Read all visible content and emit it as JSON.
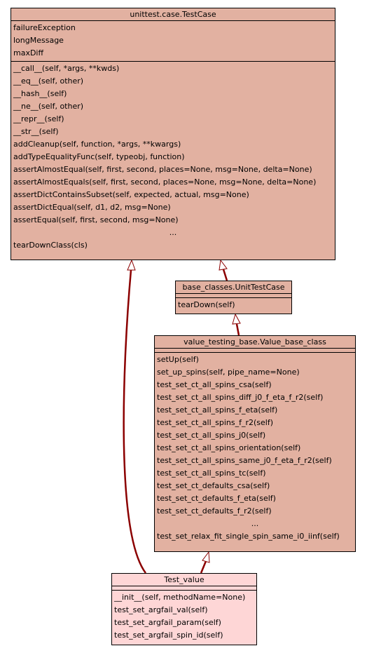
{
  "colors": {
    "class_fill": "#e2b1a1",
    "selected_fill": "#fed6d6",
    "edge": "#8b0000"
  },
  "classes": {
    "testcase": {
      "name": "unittest.case.TestCase",
      "attributes": [
        "failureException",
        "longMessage",
        "maxDiff"
      ],
      "methods": [
        "__call__(self, *args, **kwds)",
        "__eq__(self, other)",
        "__hash__(self)",
        "__ne__(self, other)",
        "__repr__(self)",
        "__str__(self)",
        "addCleanup(self, function, *args, **kwargs)",
        "addTypeEqualityFunc(self, typeobj, function)",
        "assertAlmostEqual(self, first, second, places=None, msg=None, delta=None)",
        "assertAlmostEquals(self, first, second, places=None, msg=None, delta=None)",
        "assertDictContainsSubset(self, expected, actual, msg=None)",
        "assertDictEqual(self, d1, d2, msg=None)",
        "assertEqual(self, first, second, msg=None)"
      ],
      "ellipsis": "...",
      "methods_tail": [
        "tearDownClass(cls)"
      ]
    },
    "unittestcase": {
      "name": "base_classes.UnitTestCase",
      "methods": [
        "tearDown(self)"
      ]
    },
    "valuebase": {
      "name": "value_testing_base.Value_base_class",
      "methods": [
        "setUp(self)",
        "set_up_spins(self, pipe_name=None)",
        "test_set_ct_all_spins_csa(self)",
        "test_set_ct_all_spins_diff_j0_f_eta_f_r2(self)",
        "test_set_ct_all_spins_f_eta(self)",
        "test_set_ct_all_spins_f_r2(self)",
        "test_set_ct_all_spins_j0(self)",
        "test_set_ct_all_spins_orientation(self)",
        "test_set_ct_all_spins_same_j0_f_eta_f_r2(self)",
        "test_set_ct_all_spins_tc(self)",
        "test_set_ct_defaults_csa(self)",
        "test_set_ct_defaults_f_eta(self)",
        "test_set_ct_defaults_f_r2(self)"
      ],
      "ellipsis": "...",
      "methods_tail": [
        "test_set_relax_fit_single_spin_same_i0_iinf(self)"
      ]
    },
    "testvalue": {
      "name": "Test_value",
      "methods": [
        "__init__(self, methodName=None)",
        "test_set_argfail_val(self)",
        "test_set_argfail_param(self)",
        "test_set_argfail_spin_id(self)"
      ]
    }
  }
}
